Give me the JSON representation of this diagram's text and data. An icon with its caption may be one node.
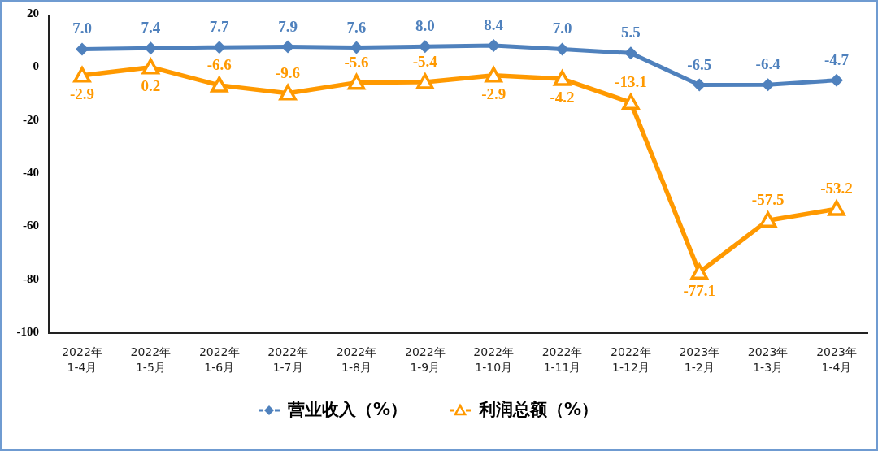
{
  "diagram": {
    "chart_data": {
      "type": "line",
      "categories": [
        "2022年 1-4月",
        "2022年 1-5月",
        "2022年 1-6月",
        "2022年 1-7月",
        "2022年 1-8月",
        "2022年 1-9月",
        "2022年 1-10月",
        "2022年 1-11月",
        "2022年 1-12月",
        "2023年 1-2月",
        "2023年 1-3月",
        "2023年 1-4月"
      ],
      "series": [
        {
          "name": "营业收入（%）",
          "color": "#4f81bd",
          "marker": "diamond",
          "values": [
            7.0,
            7.4,
            7.7,
            7.9,
            7.6,
            8.0,
            8.4,
            7.0,
            5.5,
            -6.5,
            -6.4,
            -4.7
          ],
          "value_labels": [
            "7.0",
            "7.4",
            "7.7",
            "7.9",
            "7.6",
            "8.0",
            "8.4",
            "7.0",
            "5.5",
            "-6.5",
            "-6.4",
            "-4.7"
          ]
        },
        {
          "name": "利润总额（%）",
          "color": "#ff9900",
          "marker": "triangle",
          "values": [
            -2.9,
            0.2,
            -6.6,
            -9.6,
            -5.6,
            -5.4,
            -2.9,
            -4.2,
            -13.1,
            -77.1,
            -57.5,
            -53.2
          ],
          "value_labels": [
            "-2.9",
            "0.2",
            "-6.6",
            "-9.6",
            "-5.6",
            "-5.4",
            "-2.9",
            "-4.2",
            "-13.1",
            "-77.1",
            "-57.5",
            "-53.2"
          ]
        }
      ],
      "legend": "bottom",
      "ylim": [
        -100,
        20
      ],
      "yticks": [
        20,
        0,
        -20,
        -40,
        -60,
        -80,
        -100
      ],
      "data_labels": true
    }
  }
}
